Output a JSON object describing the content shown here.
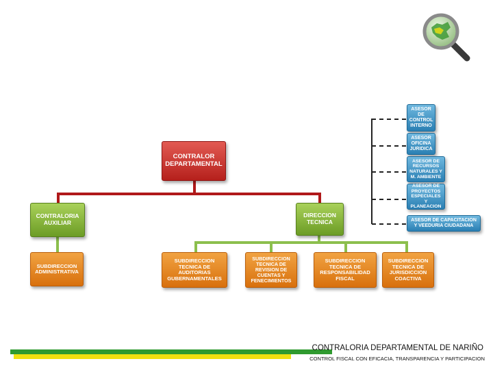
{
  "nodes": {
    "contralor": "CONTRALOR DEPARTAMENTAL",
    "contraloria_auxiliar": "CONTRALORIA AUXILIAR",
    "direccion_tecnica": "DIRECCION TECNICA",
    "subdireccion_administrativa": "SUBDIRECCION ADMINISTRATIVA",
    "sub_auditorias": "SUBDIRECCION TECNICA DE AUDITORIAS GUBERNAMENTALES",
    "sub_revision": "SUBDIRECCION TECNICA DE REVISION DE CUENTAS Y FENECIMIENTOS",
    "sub_responsabilidad": "SUBDIRECCION TECNICA DE RESPONSABILIDAD FISCAL",
    "sub_jurisdiccion": "SUBDIRECCION TECNICA DE JURISDICCION COACTIVA"
  },
  "advisors": [
    "ASESOR DE CONTROL INTERNO",
    "ASESOR OFICINA JURIDICA",
    "ASESOR DE RECURSOS NATURALES Y M. AMBIENTE",
    "ASESOR DE PROYECTOS ESPECIALES Y PLANEACION",
    "ASESOR DE CAPACITACION Y VEEDURIA CIUDADANA"
  ],
  "footer": {
    "title": "CONTRALORIA DEPARTAMENTAL DE NARIÑO",
    "subtitle": "CONTROL FISCAL CON EFICACIA, TRANSPARENCIA Y PARTICIPACION"
  },
  "colors": {
    "red": "#b5201c",
    "green": "#8cbf4d",
    "orange": "#e0800f",
    "blue": "#2a7fb3",
    "footer_green": "#2f9a2f",
    "footer_yellow": "#f0e010"
  },
  "logo_icon": "magnifying-glass-map-icon"
}
